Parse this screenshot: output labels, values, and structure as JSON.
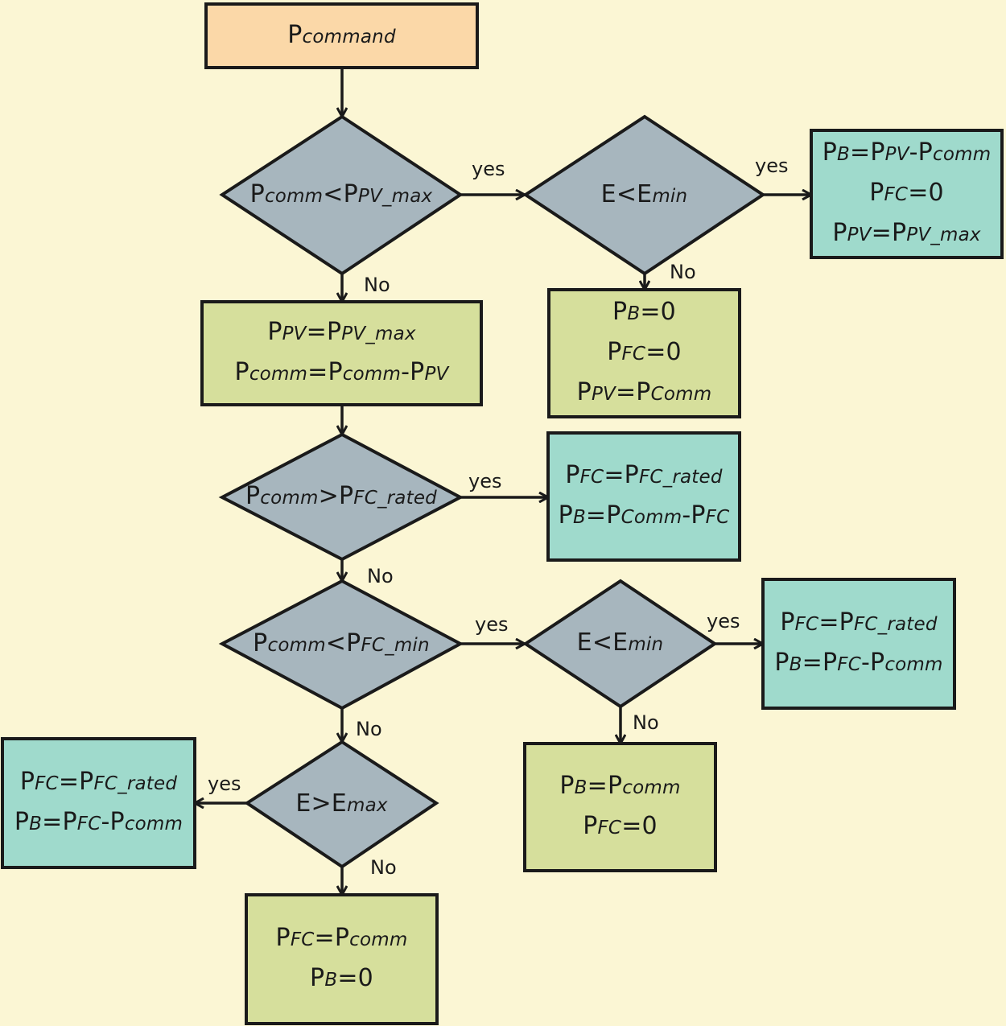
{
  "colors": {
    "background": "#FBF6D4",
    "start_fill": "#FBD8A8",
    "decision_fill": "#A7B6BE",
    "process_fill": "#D6DF9C",
    "result_fill": "#9FDACC",
    "stroke": "#1a1a1a"
  },
  "nodes": {
    "start": {
      "lines": [
        [
          "P",
          "command"
        ]
      ]
    },
    "d_pv": {
      "lines": [
        [
          "P",
          "comm",
          "<P",
          "PV_max"
        ]
      ]
    },
    "d_emin1": {
      "lines": [
        [
          "E<E",
          "min"
        ]
      ]
    },
    "r_charge": {
      "lines": [
        [
          "P",
          "B",
          "=P",
          "PV",
          "-P",
          "comm"
        ],
        [
          "P",
          "FC",
          "=0"
        ],
        [
          "P",
          "PV",
          "=P",
          "PV_max"
        ]
      ]
    },
    "p_pvonly": {
      "lines": [
        [
          "P",
          "B",
          "=0"
        ],
        [
          "P",
          "FC",
          "=0"
        ],
        [
          "P",
          "PV",
          "=P",
          "Comm"
        ]
      ]
    },
    "p_pvmax": {
      "lines": [
        [
          "P",
          "PV",
          "=P",
          "PV_max"
        ],
        [
          "P",
          "comm",
          "=P",
          "comm",
          "-P",
          "PV"
        ]
      ]
    },
    "d_fcrated": {
      "lines": [
        [
          "P",
          "comm",
          ">P",
          "FC_rated"
        ]
      ]
    },
    "r_fcrated": {
      "lines": [
        [
          "P",
          "FC",
          "=P",
          "FC_rated"
        ],
        [
          "P",
          "B",
          "=P",
          "Comm",
          "-P",
          "FC"
        ]
      ]
    },
    "d_fcmin": {
      "lines": [
        [
          "P",
          "comm",
          "<P",
          "FC_min"
        ]
      ]
    },
    "d_emin2": {
      "lines": [
        [
          "E<E",
          "min"
        ]
      ]
    },
    "r_fcrated2": {
      "lines": [
        [
          "P",
          "FC",
          "=P",
          "FC_rated"
        ],
        [
          "P",
          "B",
          "=P",
          "FC",
          "-P",
          "comm"
        ]
      ]
    },
    "p_battery": {
      "lines": [
        [
          "P",
          "B",
          "=P",
          "comm"
        ],
        [
          "P",
          "FC",
          "=0"
        ]
      ]
    },
    "d_emax": {
      "lines": [
        [
          "E>E",
          "max"
        ]
      ]
    },
    "r_fcrated3": {
      "lines": [
        [
          "P",
          "FC",
          "=P",
          "FC_rated"
        ],
        [
          "P",
          "B",
          "=P",
          "FC",
          "-P",
          "comm"
        ]
      ]
    },
    "p_fconly": {
      "lines": [
        [
          "P",
          "FC",
          "=P",
          "comm"
        ],
        [
          "P",
          "B",
          "=0"
        ]
      ]
    }
  },
  "edges": {
    "yes1": "yes",
    "no1": "No",
    "yes2": "yes",
    "no2": "No",
    "yes3": "yes",
    "no3": "No",
    "yes4": "yes",
    "no4": "No",
    "yes5": "yes",
    "no5": "No",
    "yes6": "yes",
    "no6": "No"
  }
}
